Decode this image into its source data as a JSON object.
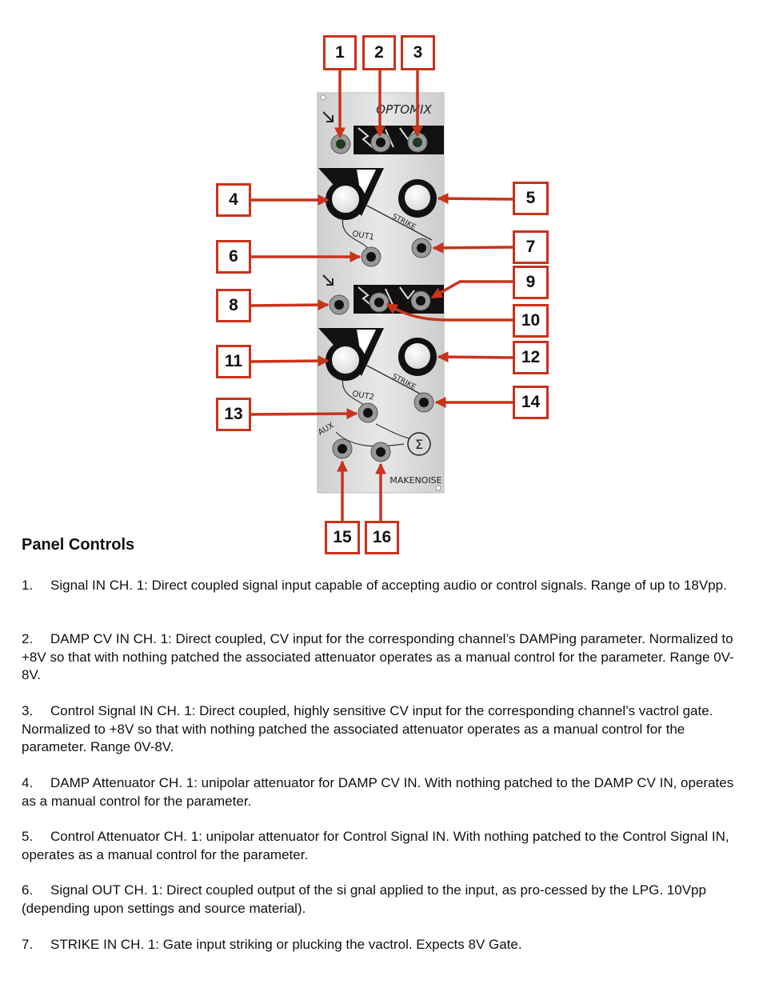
{
  "callouts": [
    "1",
    "2",
    "3",
    "4",
    "5",
    "6",
    "7",
    "8",
    "9",
    "10",
    "11",
    "12",
    "13",
    "14",
    "15",
    "16"
  ],
  "panel": {
    "title": "OPTOMIX",
    "brand": "MAKENOISE",
    "out1_label": "OUT1",
    "out2_label": "OUT2",
    "strike_label": "STRIKE",
    "aux_label": "AUX",
    "sum_symbol": "Σ"
  },
  "section_title": "Panel Controls",
  "items": [
    {
      "num": "1.",
      "text": "Signal IN CH. 1: Direct coupled signal input capable of accepting audio or control signals. Range of up to 18Vpp."
    },
    {
      "num": "2.",
      "text": "DAMP CV IN CH. 1: Direct coupled, CV input for the corresponding channel’s DAMPing parameter. Normalized to +8V so that with nothing patched the associated attenuator operates as a manual control for the parameter. Range 0V-8V."
    },
    {
      "num": "3.",
      "text": "Control Signal IN CH. 1: Direct coupled, highly sensitive CV input for the corresponding channel’s vactrol gate. Normalized to +8V so that with nothing patched the associated attenuator operates as a manual control for the parameter. Range 0V-8V."
    },
    {
      "num": "4.",
      "text": "DAMP Attenuator CH. 1: unipolar attenuator for DAMP CV IN. With nothing patched to the DAMP CV IN, operates as a manual control for the parameter."
    },
    {
      "num": "5.",
      "text": "Control Attenuator CH. 1: unipolar attenuator for Control Signal IN. With nothing patched to the Control Signal IN, operates as a manual control for the parameter."
    },
    {
      "num": "6.",
      "text": "Signal OUT CH. 1: Direct coupled output of the si gnal applied to the input, as pro-cessed by the LPG. 10Vpp (depending upon settings and source material)."
    },
    {
      "num": "7.",
      "text": "STRIKE IN CH. 1: Gate input striking or plucking the vactrol. Expects 8V Gate."
    }
  ],
  "colors": {
    "callout_border": "#c8331b",
    "arrow": "#c8331b",
    "panel_face": "#dcdcdc",
    "black_band": "#111111"
  }
}
